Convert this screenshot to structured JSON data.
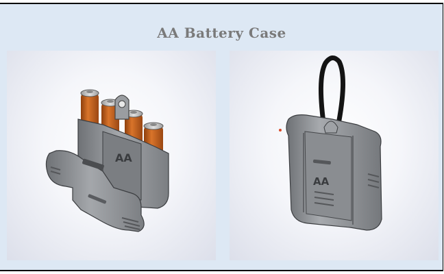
{
  "page": {
    "title": "AA Battery Case"
  },
  "images": [
    {
      "name": "battery-case-open-render",
      "marking": "AA"
    },
    {
      "name": "battery-case-closed-render",
      "marking": "AA"
    }
  ],
  "colors": {
    "background": "#dde8f4",
    "title": "#7a7a7a",
    "case_gray": "#8a8d91",
    "battery_copper": "#c8641f",
    "lanyard": "#111111"
  }
}
